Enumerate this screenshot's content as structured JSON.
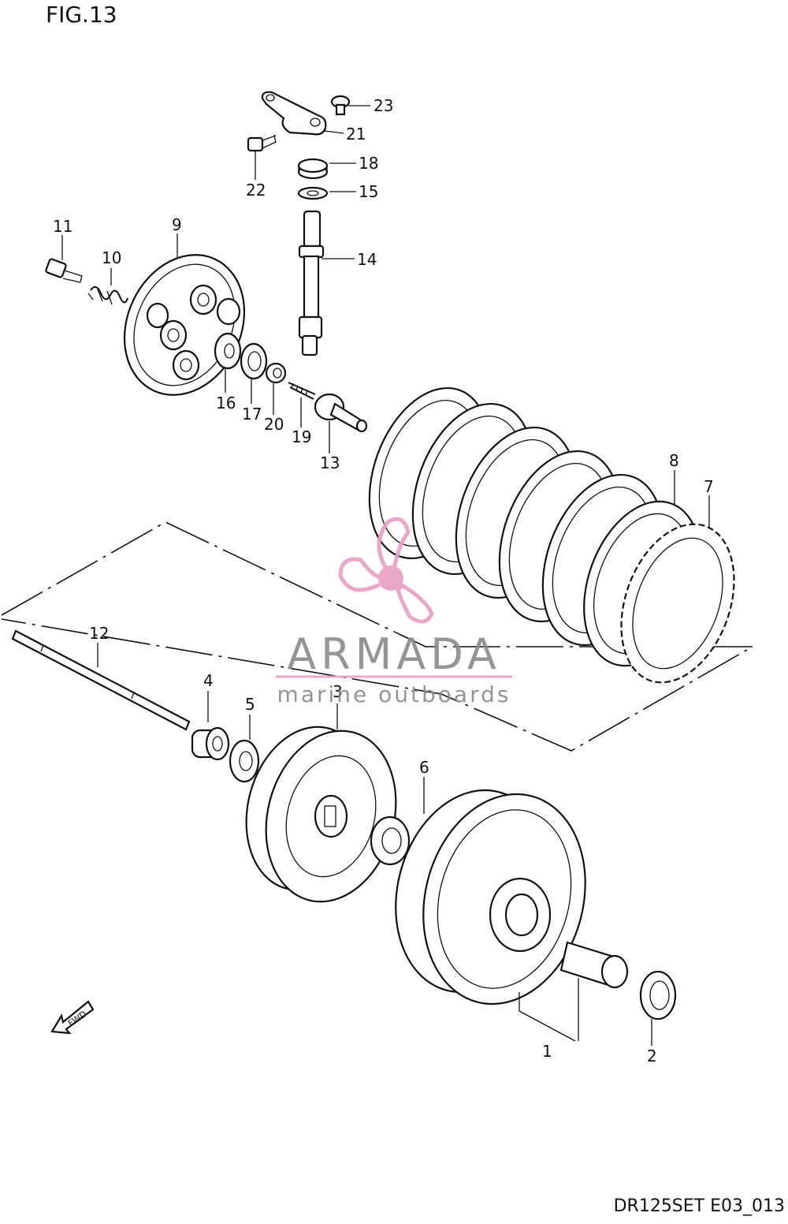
{
  "figure": {
    "title": "FIG.13",
    "code": "DR125SET E03_013"
  },
  "watermark": {
    "brand": "ARMADA",
    "tagline": "marine outboards",
    "brand_color": "#8a8a8a",
    "accent_color": "#e89ec4"
  },
  "fwd_arrow": {
    "label": "FWD"
  },
  "callouts": [
    "1",
    "2",
    "3",
    "4",
    "5",
    "6",
    "7",
    "8",
    "9",
    "10",
    "11",
    "12",
    "13",
    "14",
    "15",
    "16",
    "17",
    "18",
    "19",
    "20",
    "21",
    "22",
    "23"
  ],
  "colors": {
    "line": "#111111",
    "background": "#ffffff"
  }
}
